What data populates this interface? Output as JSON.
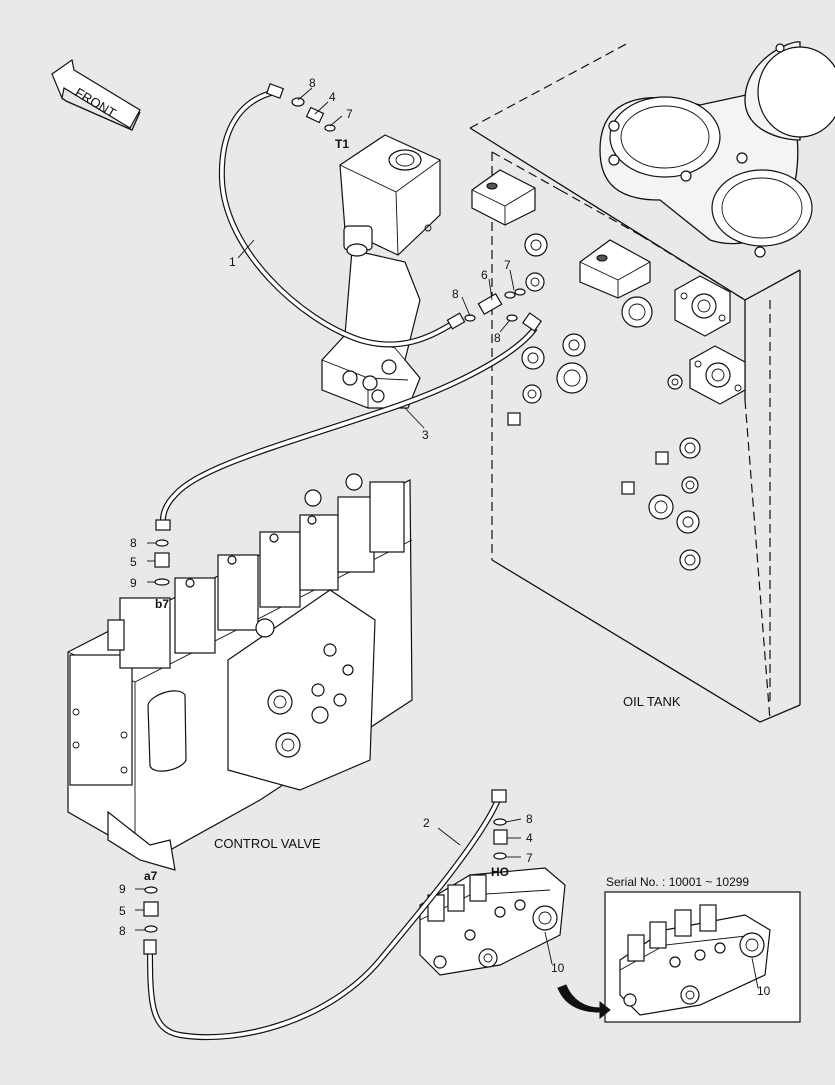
{
  "front_arrow": {
    "label": "FRONT"
  },
  "labels": {
    "oil_tank": "OIL TANK",
    "control_valve": "CONTROL VALVE",
    "serial": "Serial No. : 10001 ~ 10299"
  },
  "ports": {
    "t1": "T1",
    "b7": "b7",
    "a7": "a7",
    "ho": "HO"
  },
  "callouts": {
    "hose_1": "1",
    "hose_2": "2",
    "hose_3": "3",
    "part_4_top": "4",
    "part_4_ho": "4",
    "part_5_b7": "5",
    "part_5_a7": "5",
    "part_6": "6",
    "part_7_top": "7",
    "part_7_mid": "7",
    "part_7_ho": "7",
    "part_8_top": "8",
    "part_8_mid_a": "8",
    "part_8_mid_b": "8",
    "part_8_b7": "8",
    "part_8_a7": "8",
    "part_8_ho": "8",
    "part_9_b7": "9",
    "part_9_a7": "9",
    "part_10": "10",
    "part_10_inset": "10"
  }
}
